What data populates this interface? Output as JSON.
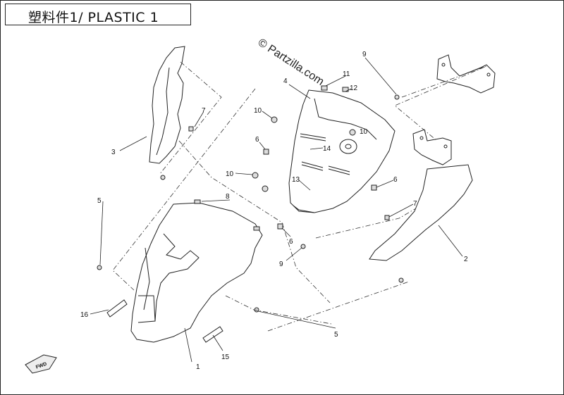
{
  "header": {
    "title": "塑料件1/ PLASTIC 1"
  },
  "watermark": "© Partzilla.com",
  "fwd_label": "FWD",
  "callouts": [
    {
      "id": "c1",
      "text": "1"
    },
    {
      "id": "c2",
      "text": "2"
    },
    {
      "id": "c3",
      "text": "3"
    },
    {
      "id": "c4",
      "text": "4"
    },
    {
      "id": "c5a",
      "text": "5"
    },
    {
      "id": "c5b",
      "text": "5"
    },
    {
      "id": "c6a",
      "text": "6"
    },
    {
      "id": "c6b",
      "text": "6"
    },
    {
      "id": "c6c",
      "text": "6"
    },
    {
      "id": "c7a",
      "text": "7"
    },
    {
      "id": "c7b",
      "text": "7"
    },
    {
      "id": "c8",
      "text": "8"
    },
    {
      "id": "c9a",
      "text": "9"
    },
    {
      "id": "c9b",
      "text": "9"
    },
    {
      "id": "c10a",
      "text": "10"
    },
    {
      "id": "c10b",
      "text": "10"
    },
    {
      "id": "c10c",
      "text": "10"
    },
    {
      "id": "c11",
      "text": "11"
    },
    {
      "id": "c12",
      "text": "12"
    },
    {
      "id": "c13",
      "text": "13"
    },
    {
      "id": "c14",
      "text": "14"
    },
    {
      "id": "c15",
      "text": "15"
    },
    {
      "id": "c16",
      "text": "16"
    }
  ]
}
